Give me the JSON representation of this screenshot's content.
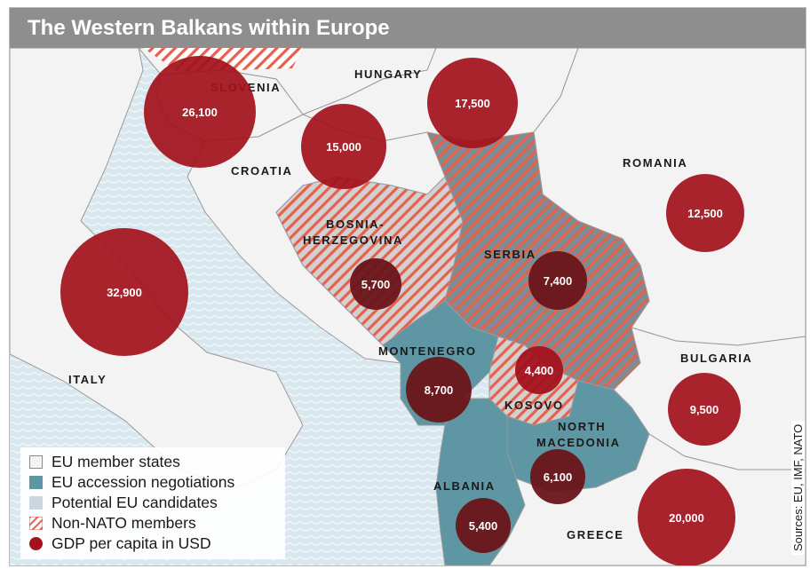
{
  "title": "The Western Balkans within Europe",
  "sources": "Sources: EU, IMF, NATO",
  "colors": {
    "eu_member": "#f3f3f3",
    "accession": "#5e96a4",
    "candidate": "#cbd6df",
    "hatch": "#e8604c",
    "bubble": "#a3121d",
    "bubble_dark": "#6a1419",
    "sea": "#d9e7ef"
  },
  "countries": {
    "slovenia": "SLOVENIA",
    "hungary": "HUNGARY",
    "croatia": "CROATIA",
    "romania": "ROMANIA",
    "bosnia_line1": "BOSNIA-",
    "bosnia_line2": "HERZEGOVINA",
    "serbia": "SERBIA",
    "italy": "ITALY",
    "montenegro": "MONTENEGRO",
    "bulgaria": "BULGARIA",
    "kosovo": "KOSOVO",
    "north_macedonia_line1": "NORTH",
    "north_macedonia_line2": "MACEDONIA",
    "albania": "ALBANIA",
    "greece": "GREECE"
  },
  "gdp": {
    "slovenia": "26,100",
    "hungary": "17,500",
    "croatia": "15,000",
    "romania": "12,500",
    "italy": "32,900",
    "bosnia": "5,700",
    "serbia": "7,400",
    "montenegro": "8,700",
    "kosovo": "4,400",
    "bulgaria": "9,500",
    "north_macedonia": "6,100",
    "albania": "5,400",
    "greece": "20,000"
  },
  "legend": {
    "eu_member": "EU member states",
    "accession": "EU accession negotiations",
    "candidate": "Potential EU candidates",
    "non_nato": "Non-NATO members",
    "gdp": "GDP per capita in USD"
  }
}
